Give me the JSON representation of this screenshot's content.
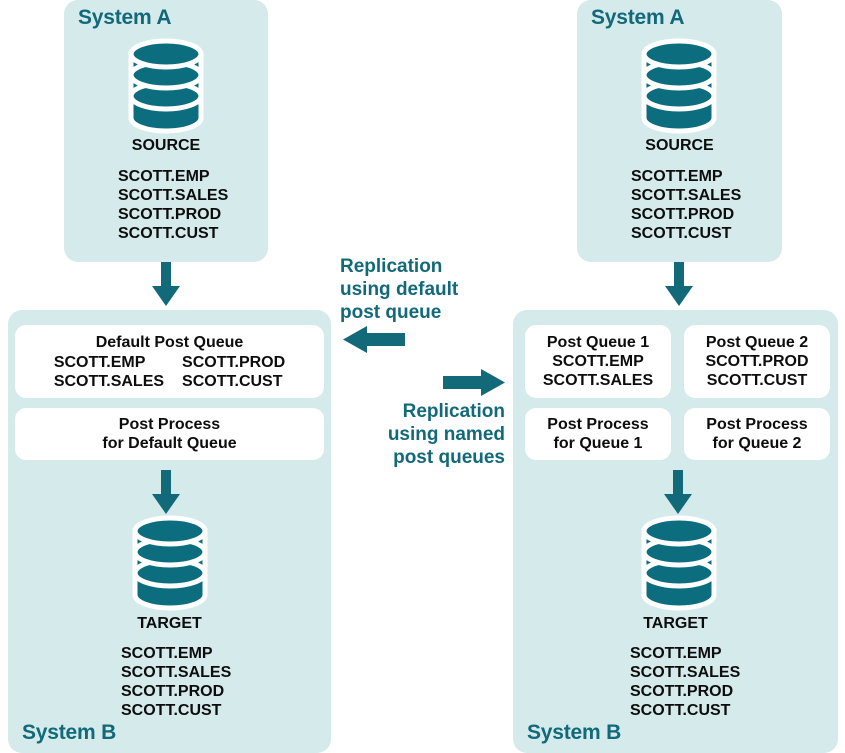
{
  "colors": {
    "panel_bg": "#d5eaeb",
    "teal": "#11697a",
    "db_fill": "#0b6d7d",
    "card_bg": "#ffffff",
    "text": "#0d0d0d"
  },
  "left_flow": {
    "source_panel": {
      "title": "System A",
      "db_label": "SOURCE",
      "tables": [
        "SCOTT.EMP",
        "SCOTT.SALES",
        "SCOTT.PROD",
        "SCOTT.CUST"
      ]
    },
    "target_panel": {
      "title": "System B",
      "db_label": "TARGET",
      "tables": [
        "SCOTT.EMP",
        "SCOTT.SALES",
        "SCOTT.PROD",
        "SCOTT.CUST"
      ],
      "queue_card": {
        "title": "Default Post Queue",
        "column_1": [
          "SCOTT.EMP",
          "SCOTT.SALES"
        ],
        "column_2": [
          "SCOTT.PROD",
          "SCOTT.CUST"
        ]
      },
      "process_card": {
        "line_1": "Post Process",
        "line_2": "for Default Queue"
      }
    }
  },
  "right_flow": {
    "source_panel": {
      "title": "System A",
      "db_label": "SOURCE",
      "tables": [
        "SCOTT.EMP",
        "SCOTT.SALES",
        "SCOTT.PROD",
        "SCOTT.CUST"
      ]
    },
    "target_panel": {
      "title": "System B",
      "db_label": "TARGET",
      "tables": [
        "SCOTT.EMP",
        "SCOTT.SALES",
        "SCOTT.PROD",
        "SCOTT.CUST"
      ],
      "queue_card_1": {
        "title": "Post Queue 1",
        "tables": [
          "SCOTT.EMP",
          "SCOTT.SALES"
        ]
      },
      "queue_card_2": {
        "title": "Post Queue 2",
        "tables": [
          "SCOTT.PROD",
          "SCOTT.CUST"
        ]
      },
      "process_card_1": {
        "line_1": "Post Process",
        "line_2": "for Queue 1"
      },
      "process_card_2": {
        "line_1": "Post Process",
        "line_2": "for Queue 2"
      }
    }
  },
  "captions": {
    "left": "Replication\nusing default\npost queue",
    "right": "Replication\nusing named\npost queues"
  },
  "icons": {
    "database": "database-cylinder-icon",
    "arrow_down": "arrow-down-icon",
    "arrow_left": "arrow-left-icon",
    "arrow_right": "arrow-right-icon"
  }
}
